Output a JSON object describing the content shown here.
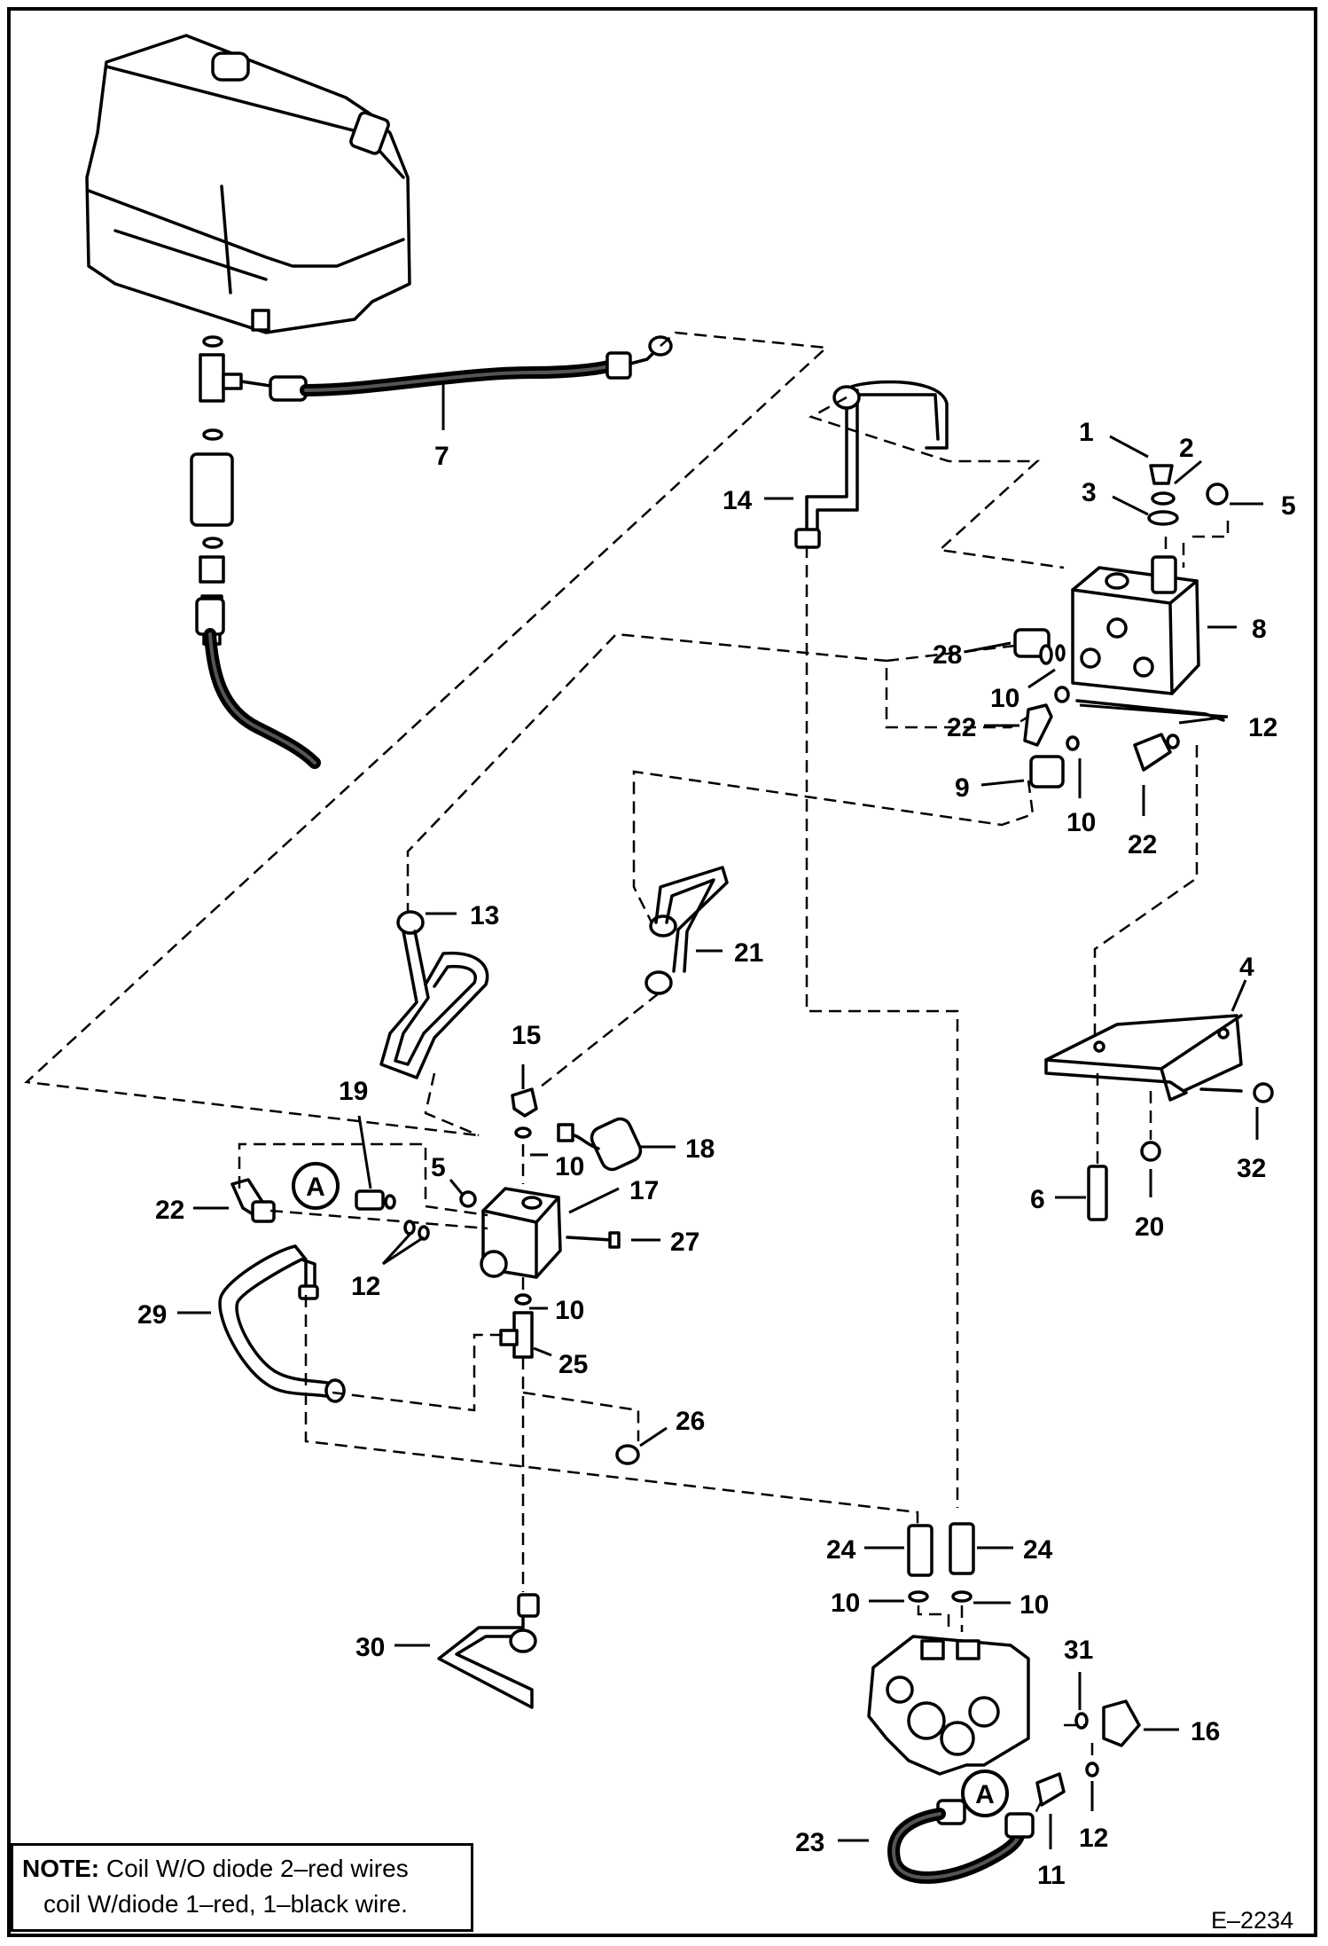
{
  "note": {
    "label": "NOTE:",
    "line1": "Coil W/O diode 2–red wires",
    "line2": "coil W/diode 1–red, 1–black wire."
  },
  "drawing_id": "E–2234",
  "detail_marker": "A",
  "callouts": [
    "1",
    "2",
    "3",
    "5",
    "8",
    "7",
    "14",
    "28",
    "10",
    "22",
    "12",
    "9",
    "10",
    "22",
    "13",
    "21",
    "15",
    "19",
    "5",
    "10",
    "18",
    "22",
    "17",
    "27",
    "12",
    "29",
    "10",
    "25",
    "26",
    "4",
    "32",
    "6",
    "20",
    "24",
    "24",
    "10",
    "10",
    "30",
    "31",
    "16",
    "23",
    "11",
    "12"
  ]
}
